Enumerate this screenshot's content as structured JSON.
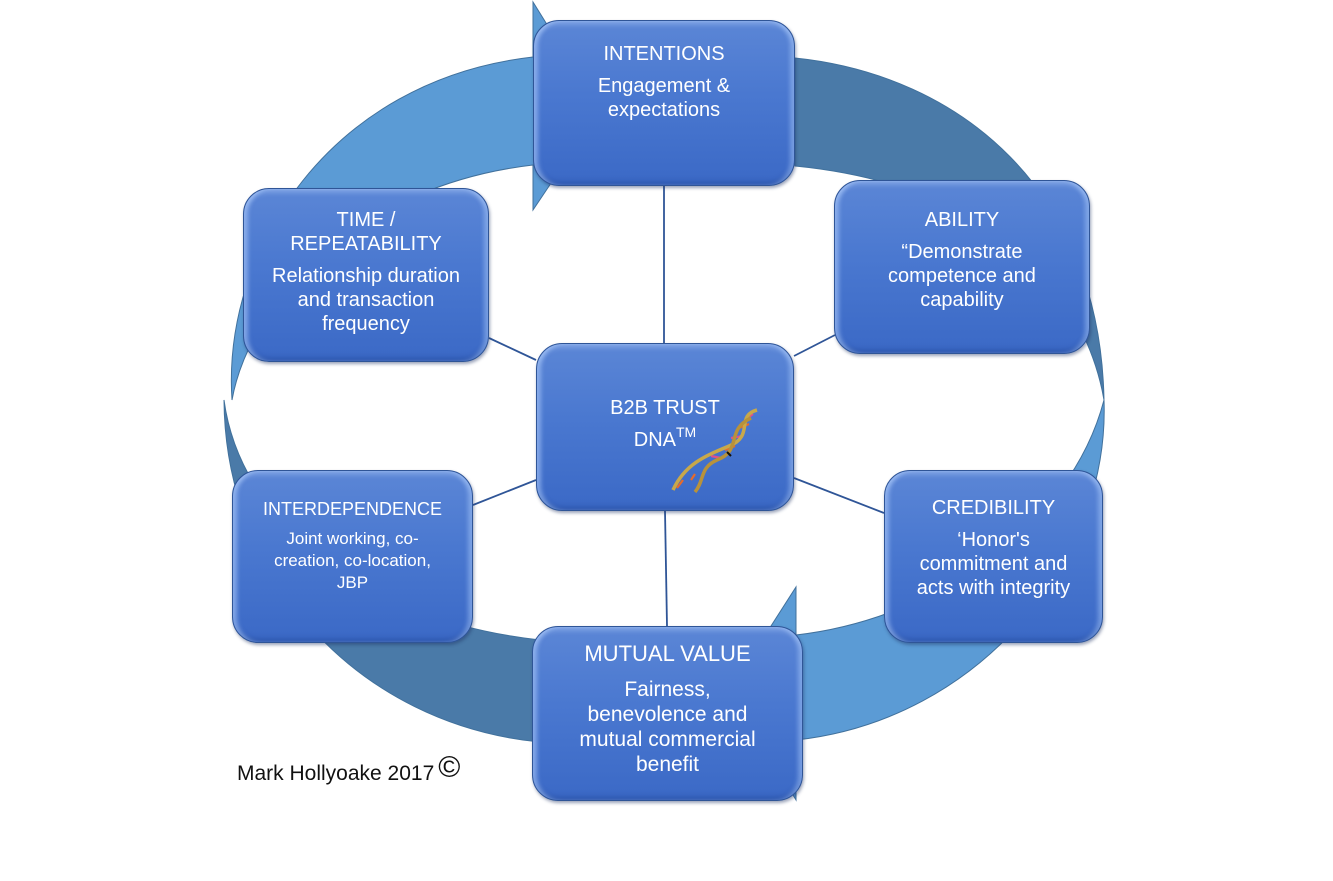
{
  "diagram": {
    "center": {
      "title_line1": "B2B TRUST",
      "title_line2": "DNA",
      "trademark": "TM",
      "icon": "dna-helix-icon"
    },
    "nodes": [
      {
        "id": "intentions",
        "title": "INTENTIONS",
        "desc": "Engagement & expectations",
        "desc_lines": [
          "Engagement  &",
          "expectations"
        ]
      },
      {
        "id": "ability",
        "title": "ABILITY",
        "desc_lines": [
          "“Demonstrate",
          "competence and",
          "capability"
        ]
      },
      {
        "id": "credibility",
        "title": "CREDIBILITY",
        "desc_lines": [
          "‘Honor's",
          "commitment  and",
          "acts with  integrity"
        ]
      },
      {
        "id": "mutual-value",
        "title": "MUTUAL VALUE",
        "desc_lines": [
          "Fairness,",
          "benevolence and",
          "mutual commercial",
          "benefit"
        ]
      },
      {
        "id": "interdependence",
        "title": "INTERDEPENDENCE",
        "desc_lines": [
          "Joint working, co-",
          "creation, co-location,",
          "JBP"
        ]
      },
      {
        "id": "time-repeatability",
        "title_lines": [
          "TIME /",
          "REPEATABILITY"
        ],
        "desc_lines": [
          "Relationship  duration",
          "and transaction",
          "frequency"
        ]
      }
    ],
    "cycle": {
      "direction": "clockwise",
      "colors": {
        "light": "#5b9bd5",
        "dark": "#4a7aa8",
        "box": "#4a78d0",
        "connector": "#2f5597"
      }
    }
  },
  "credit": {
    "text": "Mark Hollyoake 2017",
    "symbol": "©"
  }
}
